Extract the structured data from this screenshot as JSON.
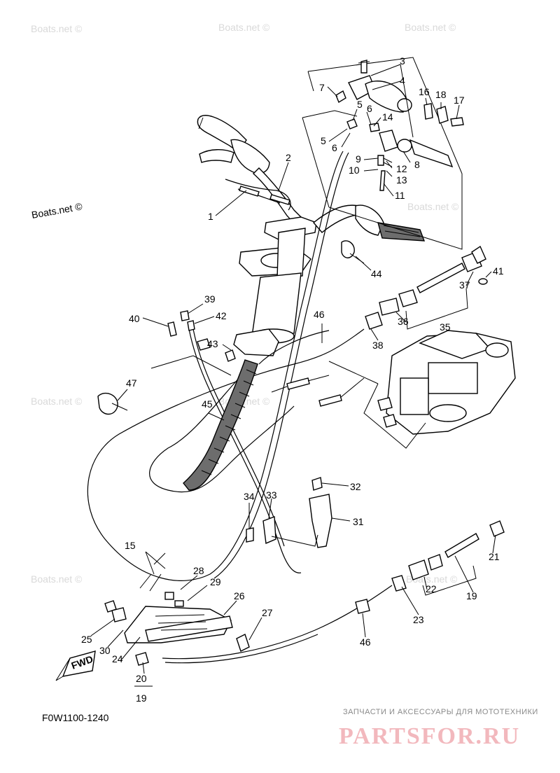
{
  "watermarks": [
    {
      "text": "Boats.net ©",
      "style": "faint"
    },
    {
      "text": "Boats.net ©",
      "style": "faint"
    },
    {
      "text": "Boats.net ©",
      "style": "faint"
    },
    {
      "text": "Boats.net ©",
      "style": "dark"
    },
    {
      "text": "Boats.net ©",
      "style": "faint"
    },
    {
      "text": "Boats.net ©",
      "style": "faint"
    },
    {
      "text": "Boats.net ©",
      "style": "faint"
    },
    {
      "text": "Boats.net ©",
      "style": "faint"
    },
    {
      "text": "Boats.net ©",
      "style": "faint"
    }
  ],
  "callouts": [
    "1",
    "2",
    "3",
    "4",
    "5",
    "5",
    "6",
    "6",
    "7",
    "8",
    "9",
    "10",
    "11",
    "12",
    "13",
    "14",
    "15",
    "16",
    "17",
    "18",
    "19",
    "19",
    "20",
    "21",
    "22",
    "23",
    "24",
    "25",
    "26",
    "27",
    "28",
    "29",
    "30",
    "31",
    "32",
    "33",
    "34",
    "35",
    "36",
    "37",
    "38",
    "39",
    "40",
    "41",
    "42",
    "43",
    "44",
    "45",
    "46",
    "46",
    "47"
  ],
  "fwd_label": "FWD",
  "diagram_code": "F0W1100-1240",
  "footer": {
    "tagline": "ЗАПЧАСТИ И АКСЕССУАРЫ ДЛЯ МОТОТЕХНИКИ",
    "logo": "PARTSFOR.RU"
  }
}
